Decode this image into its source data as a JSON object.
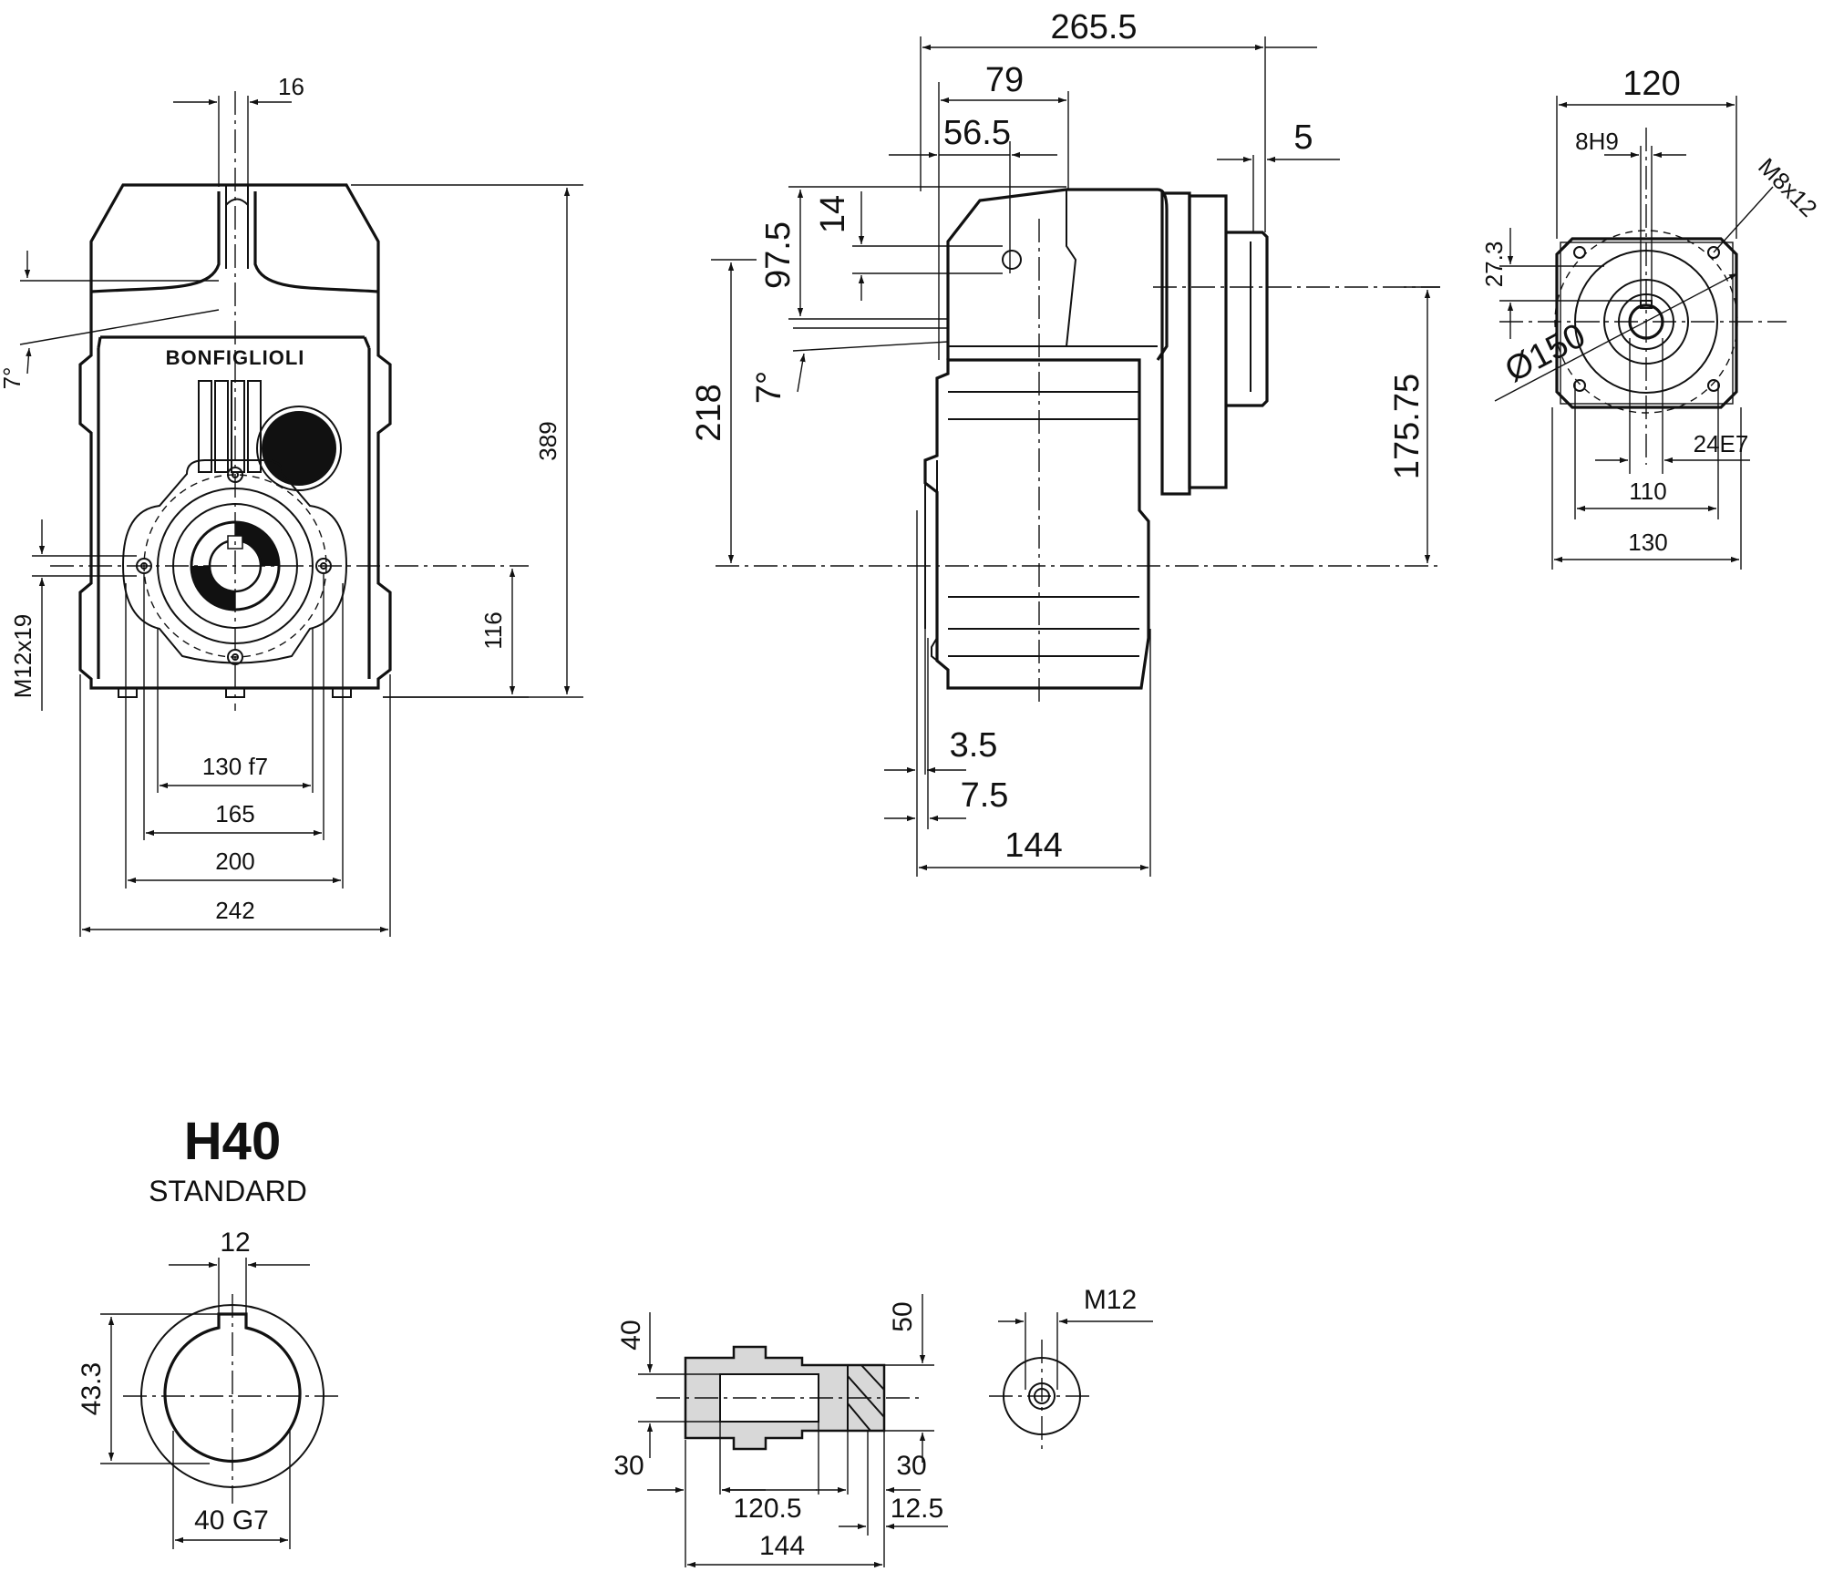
{
  "brand": "BONFIGLIOLI",
  "product": {
    "code": "H40",
    "variant": "STANDARD"
  },
  "front_view": {
    "dims": {
      "top_slot": "16",
      "height": "389",
      "angle": "7°",
      "axis_height": "116",
      "thread": "M12x19",
      "pilot": "130 f7",
      "bolt_circle": "165",
      "flange": "200",
      "width": "242"
    }
  },
  "side_view": {
    "dims": {
      "overall": "265.5",
      "d79": "79",
      "d56_5": "56.5",
      "d5": "5",
      "d14": "14",
      "d97_5": "97.5",
      "d218": "218",
      "angle": "7°",
      "d175_75": "175.75",
      "d3_5": "3.5",
      "d7_5": "7.5",
      "d144": "144"
    }
  },
  "input_flange": {
    "dims": {
      "width": "120",
      "key": "8H9",
      "bolts": "M8x12",
      "offset": "27.3",
      "pcd": "Ø150",
      "bore": "24E7",
      "pilot": "110",
      "square": "130"
    }
  },
  "hollow_shaft": {
    "dims": {
      "key": "12",
      "depth": "43.3",
      "bore": "40 G7"
    }
  },
  "shaft_section": {
    "dims": {
      "left_dia": "40",
      "right_dia": "50",
      "left_len": "30",
      "right_len": "30",
      "inner": "120.5",
      "end": "12.5",
      "total": "144"
    }
  },
  "end_view": {
    "dims": {
      "thread": "M12"
    }
  }
}
